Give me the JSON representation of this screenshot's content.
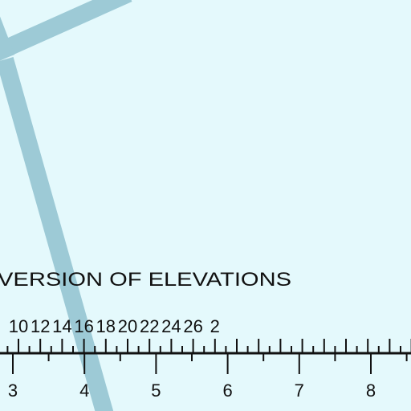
{
  "map": {
    "background": "#e4f9fc",
    "road_color": "#9dcad6",
    "ink_color": "#111111",
    "heading": "VERSION OF ELEVATIONS",
    "scale_top_labels": [
      "10",
      "12",
      "14",
      "16",
      "18",
      "20",
      "22",
      "24",
      "26",
      "2"
    ],
    "scale_bottom_labels": [
      "3",
      "4",
      "5",
      "6",
      "7",
      "8"
    ]
  }
}
